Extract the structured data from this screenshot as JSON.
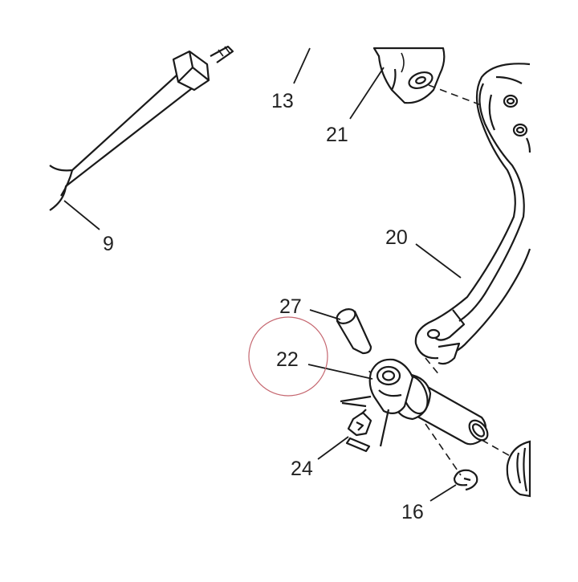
{
  "diagram": {
    "callouts": [
      {
        "id": "c9",
        "label": "9"
      },
      {
        "id": "c13",
        "label": "13"
      },
      {
        "id": "c21",
        "label": "21"
      },
      {
        "id": "c20",
        "label": "20"
      },
      {
        "id": "c27",
        "label": "27"
      },
      {
        "id": "c22",
        "label": "22"
      },
      {
        "id": "c24",
        "label": "24"
      },
      {
        "id": "c16",
        "label": "16"
      }
    ],
    "highlighted_callout": "22",
    "colors": {
      "line": "#1a1a1a",
      "highlight_circle": "#c5666f",
      "label": "#222222"
    }
  }
}
